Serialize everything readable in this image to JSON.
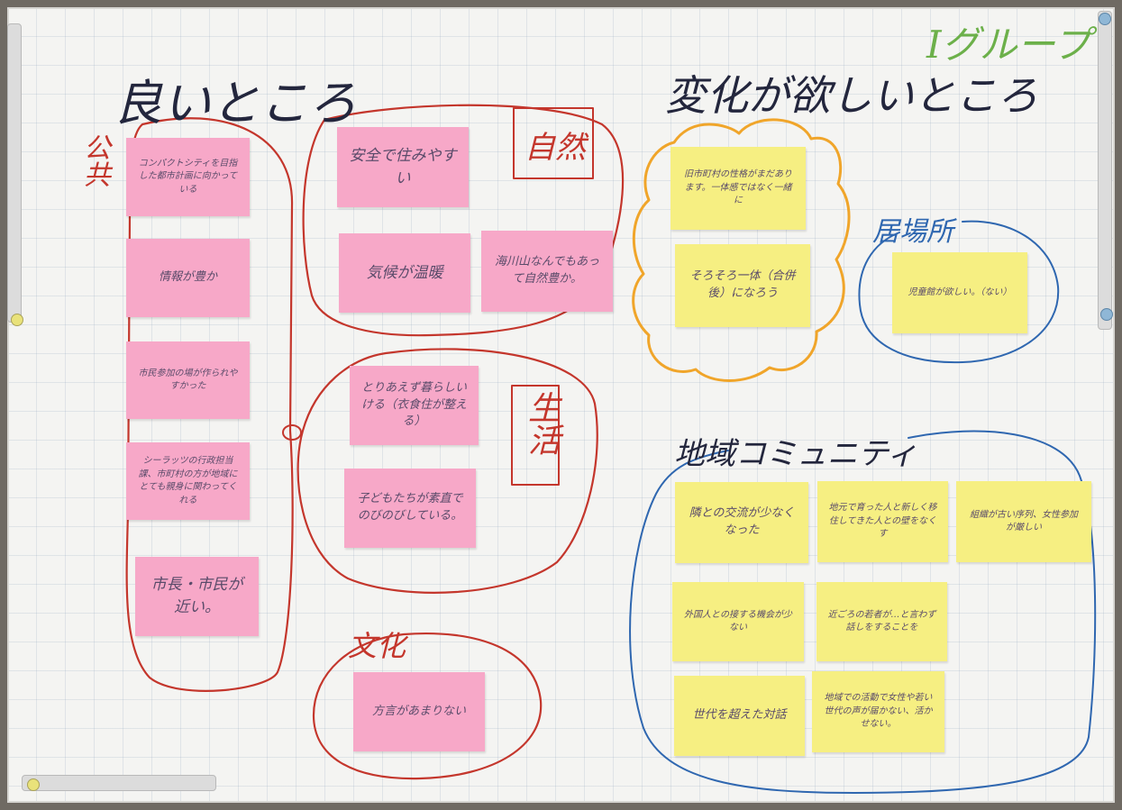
{
  "group_label": "Iグループ",
  "sections": {
    "good": "良いところ",
    "change": "変化が欲しいところ",
    "public": "公共",
    "nature": "自然",
    "life": "生活",
    "culture": "文化",
    "ibasho": "居場所",
    "community": "地域コミュニティ"
  },
  "notes": {
    "compact_city": "コンパクトシティを目指した都市計画に向かっている",
    "information": "情報が豊か",
    "civic_participation": "市民参加の場が作られやすかった",
    "marine_admin": "シーラッツの行政担当課、市町村の方が地域にとても親身に関わってくれる",
    "mayor_close": "市長・市民が近い。",
    "safe_living": "安全で住みやすい",
    "mild_climate": "気候が温暖",
    "sea_mountain": "海川山なんでもあって自然豊か。",
    "daily_life": "とりあえず暮らしいける（衣食住が整える）",
    "children": "子どもたちが素直でのびのびしている。",
    "dialect": "方言があまりない",
    "old_town": "旧市町村の性格がまだあります。一体感ではなく一緒に",
    "unity": "そろそろ一体（合併後）になろう",
    "kids_hall": "児童館が欲しい。（ない）",
    "neighbors": "隣との交流が少なくなった",
    "locals_newcomers": "地元で育った人と新しく移住してきた人との壁をなくす",
    "org_ranking": "組織が古い序列、女性参加が厳しい",
    "foreigners": "外国人との接する機会が少ない",
    "chitchat": "近ごろの若者が…と言わず話しをすることを",
    "generations": "世代を超えた対話",
    "youth_voice": "地域での活動で女性や若い世代の声が届かない、活かせない。"
  },
  "colors": {
    "red_ink": "#c4362c",
    "black_ink": "#23263d",
    "blue_ink": "#2f67b0",
    "orange_ink": "#f0a52a",
    "green_ink": "#6cb04a",
    "pink_note": "#f7a8c8",
    "yellow_note": "#f6ef82"
  }
}
